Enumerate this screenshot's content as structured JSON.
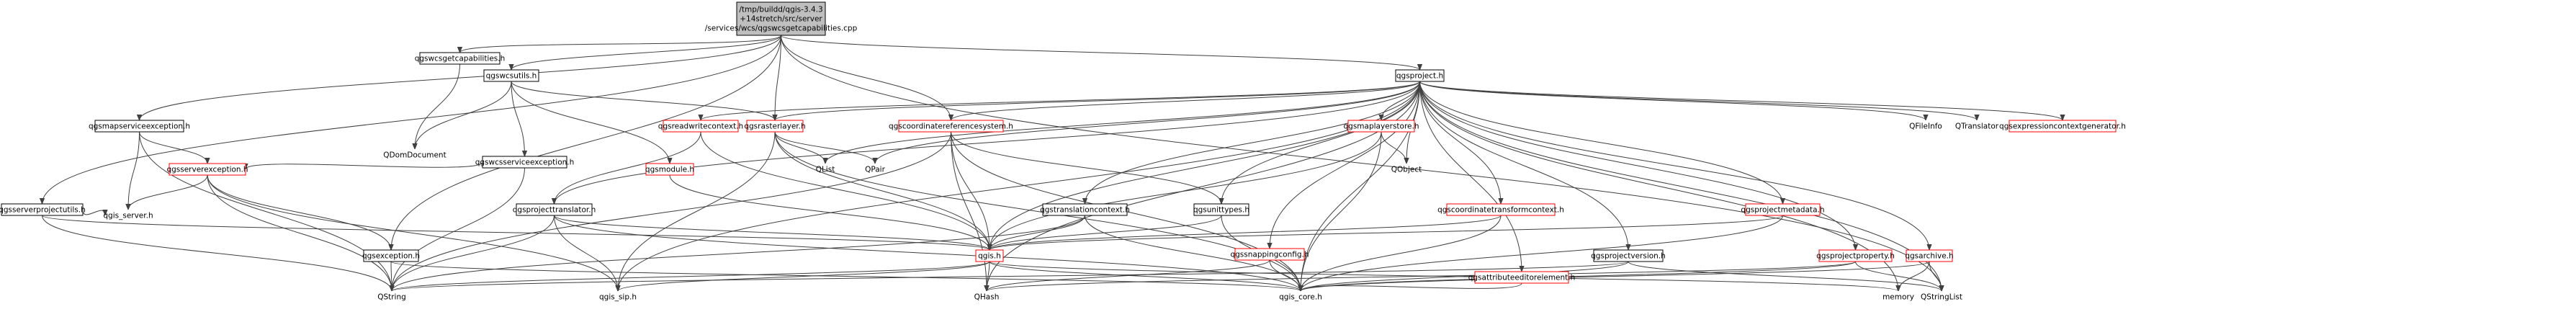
{
  "graph": {
    "colors": {
      "root_fill": "#bfbfbf",
      "linked_border": "#000000",
      "missing_border": "#ff0000",
      "plain_fill": "#ffffff",
      "edge": "#404040"
    },
    "nodes": [
      {
        "id": "root",
        "lines": [
          "/tmp/buildd/qgis-3.4.3",
          "+14stretch/src/server",
          "/services/wcs/qgswcsgetcapabilities.cpp"
        ],
        "kind": "root"
      },
      {
        "id": "qgswcsgetcapabilities_h",
        "lines": [
          "qgswcsgetcapabilities.h"
        ],
        "kind": "linked"
      },
      {
        "id": "qgswcsutils_h",
        "lines": [
          "qgswcsutils.h"
        ],
        "kind": "linked"
      },
      {
        "id": "qgsproject_h",
        "lines": [
          "qgsproject.h"
        ],
        "kind": "linked"
      },
      {
        "id": "qgsmapserviceexception_h",
        "lines": [
          "qgsmapserviceexception.h"
        ],
        "kind": "linked"
      },
      {
        "id": "qdomdocument",
        "lines": [
          "QDomDocument"
        ],
        "kind": "external"
      },
      {
        "id": "qgswcsserviceexception_h",
        "lines": [
          "qgswcsserviceexception.h"
        ],
        "kind": "linked"
      },
      {
        "id": "qgsreadwritecontext_h",
        "lines": [
          "qgsreadwritecontext.h"
        ],
        "kind": "missing"
      },
      {
        "id": "qgsrasterlayer_h",
        "lines": [
          "qgsrasterlayer.h"
        ],
        "kind": "missing"
      },
      {
        "id": "qgscoordinatereferencesystem_h",
        "lines": [
          "qgscoordinatereferencesystem.h"
        ],
        "kind": "missing"
      },
      {
        "id": "qgsmaplayerstore_h",
        "lines": [
          "qgsmaplayerstore.h"
        ],
        "kind": "missing"
      },
      {
        "id": "qfileinfo",
        "lines": [
          "QFileInfo"
        ],
        "kind": "external"
      },
      {
        "id": "qtranslator",
        "lines": [
          "QTranslator"
        ],
        "kind": "external"
      },
      {
        "id": "qgsexpressioncontextgenerator_h",
        "lines": [
          "qgsexpressioncontextgenerator.h"
        ],
        "kind": "missing"
      },
      {
        "id": "qgsserverprojectutils_h",
        "lines": [
          "qgsserverprojectutils.h"
        ],
        "kind": "linked"
      },
      {
        "id": "qgsserverexception_h",
        "lines": [
          "qgsserverexception.h"
        ],
        "kind": "missing"
      },
      {
        "id": "qgsmodule_h",
        "lines": [
          "qgsmodule.h"
        ],
        "kind": "missing"
      },
      {
        "id": "qgsprojecttranslator_h",
        "lines": [
          "qgsprojecttranslator.h"
        ],
        "kind": "linked"
      },
      {
        "id": "qlist",
        "lines": [
          "QList"
        ],
        "kind": "external"
      },
      {
        "id": "qpair",
        "lines": [
          "QPair"
        ],
        "kind": "external"
      },
      {
        "id": "qgstranslationcontext_h",
        "lines": [
          "qgstranslationcontext.h"
        ],
        "kind": "linked"
      },
      {
        "id": "qgsunittypes_h",
        "lines": [
          "qgsunittypes.h"
        ],
        "kind": "linked"
      },
      {
        "id": "qobject",
        "lines": [
          "QObject"
        ],
        "kind": "external"
      },
      {
        "id": "qgscoordinatetransformcontext_h",
        "lines": [
          "qgscoordinatetransformcontext.h"
        ],
        "kind": "missing"
      },
      {
        "id": "qgsprojectmetadata_h",
        "lines": [
          "qgsprojectmetadata.h"
        ],
        "kind": "missing"
      },
      {
        "id": "qgis_server",
        "lines": [
          "qgis_server.h"
        ],
        "kind": "external"
      },
      {
        "id": "qgsexception_h",
        "lines": [
          "qgsexception.h"
        ],
        "kind": "linked"
      },
      {
        "id": "qgis_h",
        "lines": [
          "qgis.h"
        ],
        "kind": "missing"
      },
      {
        "id": "qgssnappingconfig_h",
        "lines": [
          "qgssnappingconfig.h"
        ],
        "kind": "missing"
      },
      {
        "id": "qgsattributeeditorelement_h",
        "lines": [
          "qgsattributeeditorelement.h"
        ],
        "kind": "missing"
      },
      {
        "id": "qgsprojectversion_h",
        "lines": [
          "qgsprojectversion.h"
        ],
        "kind": "linked"
      },
      {
        "id": "qgsprojectproperty_h",
        "lines": [
          "qgsprojectproperty.h"
        ],
        "kind": "missing"
      },
      {
        "id": "qgsarchive_h",
        "lines": [
          "qgsarchive.h"
        ],
        "kind": "missing"
      },
      {
        "id": "qstring",
        "lines": [
          "QString"
        ],
        "kind": "external"
      },
      {
        "id": "qgis_sip",
        "lines": [
          "qgis_sip.h"
        ],
        "kind": "external"
      },
      {
        "id": "qhash",
        "lines": [
          "QHash"
        ],
        "kind": "external"
      },
      {
        "id": "qgis_core",
        "lines": [
          "qgis_core.h"
        ],
        "kind": "external"
      },
      {
        "id": "memory",
        "lines": [
          "memory"
        ],
        "kind": "external"
      },
      {
        "id": "qstringlist",
        "lines": [
          "QStringList"
        ],
        "kind": "external"
      }
    ],
    "edges": [
      [
        "root",
        "qgswcsgetcapabilities_h"
      ],
      [
        "root",
        "qgswcsutils_h"
      ],
      [
        "root",
        "qgsproject_h"
      ],
      [
        "root",
        "qgsmapserviceexception_h"
      ],
      [
        "root",
        "qgsserverprojectutils_h"
      ],
      [
        "root",
        "qgsexception_h"
      ],
      [
        "root",
        "qgscoordinatereferencesystem_h"
      ],
      [
        "root",
        "qgsrasterlayer_h"
      ],
      [
        "root",
        "qstringlist"
      ],
      [
        "qgswcsgetcapabilities_h",
        "qdomdocument"
      ],
      [
        "qgswcsutils_h",
        "qdomdocument"
      ],
      [
        "qgswcsutils_h",
        "qgswcsserviceexception_h"
      ],
      [
        "qgswcsutils_h",
        "qgsmodule_h"
      ],
      [
        "qgswcsutils_h",
        "qgsrasterlayer_h"
      ],
      [
        "qgsproject_h",
        "qgsreadwritecontext_h"
      ],
      [
        "qgsproject_h",
        "qgsrasterlayer_h"
      ],
      [
        "qgsproject_h",
        "qgscoordinatereferencesystem_h"
      ],
      [
        "qgsproject_h",
        "qgsmaplayerstore_h"
      ],
      [
        "qgsproject_h",
        "qfileinfo"
      ],
      [
        "qgsproject_h",
        "qtranslator"
      ],
      [
        "qgsproject_h",
        "qgsexpressioncontextgenerator_h"
      ],
      [
        "qgsproject_h",
        "qgsprojecttranslator_h"
      ],
      [
        "qgsproject_h",
        "qlist"
      ],
      [
        "qgsproject_h",
        "qpair"
      ],
      [
        "qgsproject_h",
        "qgstranslationcontext_h"
      ],
      [
        "qgsproject_h",
        "qgsunittypes_h"
      ],
      [
        "qgsproject_h",
        "qobject"
      ],
      [
        "qgsproject_h",
        "qgscoordinatetransformcontext_h"
      ],
      [
        "qgsproject_h",
        "qgsprojectmetadata_h"
      ],
      [
        "qgsproject_h",
        "qgis_h"
      ],
      [
        "qgsproject_h",
        "qgssnappingconfig_h"
      ],
      [
        "qgsproject_h",
        "qgsattributeeditorelement_h"
      ],
      [
        "qgsproject_h",
        "qgsprojectversion_h"
      ],
      [
        "qgsproject_h",
        "qgsprojectproperty_h"
      ],
      [
        "qgsproject_h",
        "qgsarchive_h"
      ],
      [
        "qgsproject_h",
        "qgis_sip"
      ],
      [
        "qgsproject_h",
        "qhash"
      ],
      [
        "qgsproject_h",
        "qgis_core"
      ],
      [
        "qgsproject_h",
        "memory"
      ],
      [
        "qgsproject_h",
        "qstringlist"
      ],
      [
        "qgsmapserviceexception_h",
        "qgsserverexception_h"
      ],
      [
        "qgsmapserviceexception_h",
        "qgis_server"
      ],
      [
        "qgsmapserviceexception_h",
        "qstring"
      ],
      [
        "qgswcsserviceexception_h",
        "qgsserverexception_h"
      ],
      [
        "qgswcsserviceexception_h",
        "qstring"
      ],
      [
        "qgsreadwritecontext_h",
        "qgsprojecttranslator_h"
      ],
      [
        "qgsreadwritecontext_h",
        "qgis_h"
      ],
      [
        "qgsrasterlayer_h",
        "qlist"
      ],
      [
        "qgsrasterlayer_h",
        "qpair"
      ],
      [
        "qgsrasterlayer_h",
        "qgis_h"
      ],
      [
        "qgsrasterlayer_h",
        "qgis_sip"
      ],
      [
        "qgsrasterlayer_h",
        "qgis_core"
      ],
      [
        "qgscoordinatereferencesystem_h",
        "qgsunittypes_h"
      ],
      [
        "qgscoordinatereferencesystem_h",
        "qgis_h"
      ],
      [
        "qgscoordinatereferencesystem_h",
        "qhash"
      ],
      [
        "qgscoordinatereferencesystem_h",
        "qgis_core"
      ],
      [
        "qgscoordinatereferencesystem_h",
        "qstring"
      ],
      [
        "qgsmaplayerstore_h",
        "qobject"
      ],
      [
        "qgsmaplayerstore_h",
        "qgis_h"
      ],
      [
        "qgsmaplayerstore_h",
        "qgis_core"
      ],
      [
        "qgsserverprojectutils_h",
        "qgis_server"
      ],
      [
        "qgsserverprojectutils_h",
        "qstring"
      ],
      [
        "qgsserverprojectutils_h",
        "qgis_h"
      ],
      [
        "qgsserverexception_h",
        "qgsexception_h"
      ],
      [
        "qgsserverexception_h",
        "qgis_server"
      ],
      [
        "qgsserverexception_h",
        "qstring"
      ],
      [
        "qgsserverexception_h",
        "qgis_sip"
      ],
      [
        "qgsmodule_h",
        "qgis_h"
      ],
      [
        "qgsprojecttranslator_h",
        "qgis_h"
      ],
      [
        "qgsprojecttranslator_h",
        "qstring"
      ],
      [
        "qgsprojecttranslator_h",
        "qgis_sip"
      ],
      [
        "qgsprojecttranslator_h",
        "qgis_core"
      ],
      [
        "qgstranslationcontext_h",
        "qgis_h"
      ],
      [
        "qgstranslationcontext_h",
        "qstring"
      ],
      [
        "qgstranslationcontext_h",
        "qgis_core"
      ],
      [
        "qgsunittypes_h",
        "qgis_h"
      ],
      [
        "qgsunittypes_h",
        "qgis_core"
      ],
      [
        "qgscoordinatetransformcontext_h",
        "qgis_h"
      ],
      [
        "qgscoordinatetransformcontext_h",
        "qgis_core"
      ],
      [
        "qgsprojectmetadata_h",
        "qgis_h"
      ],
      [
        "qgsprojectmetadata_h",
        "qgis_core"
      ],
      [
        "qgsexception_h",
        "qstring"
      ],
      [
        "qgsexception_h",
        "qgis_core"
      ],
      [
        "qgis_h",
        "qstring"
      ],
      [
        "qgis_h",
        "qgis_sip"
      ],
      [
        "qgis_h",
        "qhash"
      ],
      [
        "qgis_h",
        "qgis_core"
      ],
      [
        "qgis_h",
        "memory"
      ],
      [
        "qgssnappingconfig_h",
        "qhash"
      ],
      [
        "qgssnappingconfig_h",
        "qgis_core"
      ],
      [
        "qgsattributeeditorelement_h",
        "qgis_core"
      ],
      [
        "qgsprojectversion_h",
        "qstring"
      ],
      [
        "qgsprojectversion_h",
        "qgis_core"
      ],
      [
        "qgsprojectversion_h",
        "qstringlist"
      ],
      [
        "qgsprojectproperty_h",
        "qhash"
      ],
      [
        "qgsprojectproperty_h",
        "qgis_core"
      ],
      [
        "qgsprojectproperty_h",
        "qstringlist"
      ],
      [
        "qgsarchive_h",
        "qgis_core"
      ],
      [
        "qgsarchive_h",
        "memory"
      ],
      [
        "qgsarchive_h",
        "qstringlist"
      ]
    ]
  }
}
